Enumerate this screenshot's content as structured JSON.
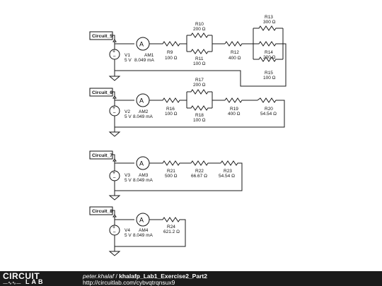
{
  "circuits": [
    {
      "tag": "Circuit_5"
    },
    {
      "tag": "Circuit_6"
    },
    {
      "tag": "Circuit_7"
    },
    {
      "tag": "Circuit_8"
    }
  ],
  "sources": [
    {
      "name": "V1",
      "value": "5 V"
    },
    {
      "name": "V2",
      "value": "5 V"
    },
    {
      "name": "V3",
      "value": "5 V"
    },
    {
      "name": "V4",
      "value": "5 V"
    }
  ],
  "ammeters": [
    {
      "name": "AM1",
      "reading": "8.049 mA"
    },
    {
      "name": "AM2",
      "reading": "8.049 mA"
    },
    {
      "name": "AM3",
      "reading": "8.049 mA"
    },
    {
      "name": "AM4",
      "reading": "8.049 mA"
    }
  ],
  "resistors": {
    "R9": {
      "name": "R9",
      "value": "100 Ω"
    },
    "R10": {
      "name": "R10",
      "value": "200 Ω"
    },
    "R11": {
      "name": "R11",
      "value": "100 Ω"
    },
    "R12": {
      "name": "R12",
      "value": "400 Ω"
    },
    "R13": {
      "name": "R13",
      "value": "300 Ω"
    },
    "R14": {
      "name": "R14",
      "value": "200 Ω"
    },
    "R15": {
      "name": "R15",
      "value": "100 Ω"
    },
    "R16": {
      "name": "R16",
      "value": "100 Ω"
    },
    "R17": {
      "name": "R17",
      "value": "200 Ω"
    },
    "R18": {
      "name": "R18",
      "value": "100 Ω"
    },
    "R19": {
      "name": "R19",
      "value": "400 Ω"
    },
    "R20": {
      "name": "R20",
      "value": "54.54 Ω"
    },
    "R21": {
      "name": "R21",
      "value": "500 Ω"
    },
    "R22": {
      "name": "R22",
      "value": "66.67 Ω"
    },
    "R23": {
      "name": "R23",
      "value": "54.54 Ω"
    },
    "R24": {
      "name": "R24",
      "value": "621.2 Ω"
    }
  },
  "footer": {
    "logo_top": "CIRCUIT",
    "logo_bottom": "LAB",
    "author": "peter.khalaf",
    "separator": " / ",
    "project": "khalafp_Lab1_Exercise2_Part2",
    "url": "http://circuitlab.com/cybvqtrqnsux9"
  }
}
